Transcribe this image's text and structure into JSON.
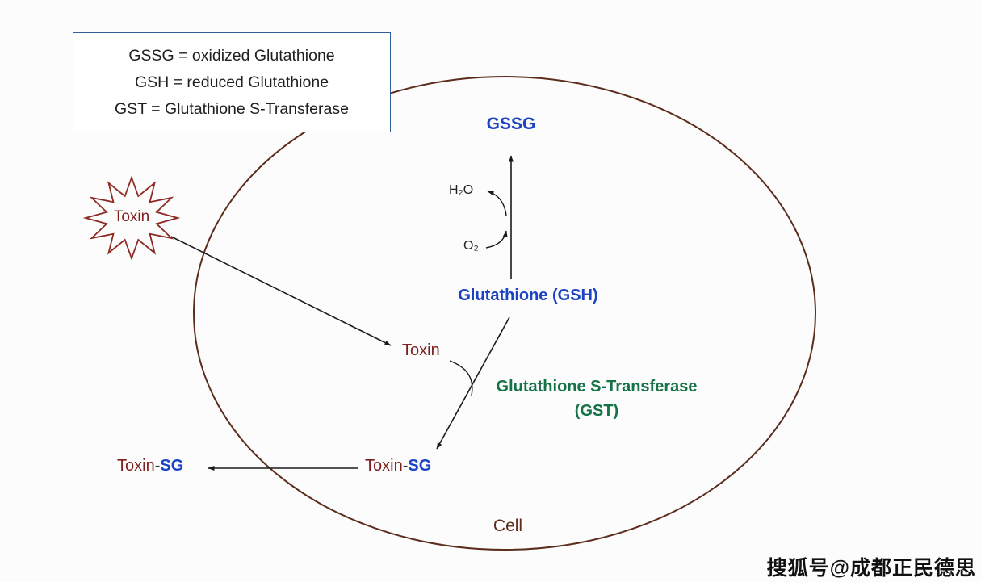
{
  "legend": {
    "lines": [
      "GSSG = oxidized Glutathione",
      "GSH = reduced Glutathione",
      "GST = Glutathione S-Transferase"
    ]
  },
  "diagram": {
    "gssg_label": "GSSG",
    "gsh_label": "Glutathione (GSH)",
    "gst_label_line1": "Glutathione S-Transferase",
    "gst_label_line2": "(GST)",
    "h2o_label": "H₂O",
    "o2_label": "O₂",
    "toxin_star_label": "Toxin",
    "toxin_mid_label": "Toxin",
    "toxin_sg_inside": {
      "toxin": "Toxin",
      "dash": "-",
      "sg": "SG"
    },
    "toxin_sg_outside": {
      "toxin": "Toxin",
      "dash": "-",
      "sg": "SG"
    },
    "cell_label": "Cell"
  },
  "watermark": "搜狐号@成都正民德思",
  "colors": {
    "blue": "#1b43c4",
    "green": "#157347",
    "maroon": "#7e1f1d",
    "cell_outline": "#5c2d1d",
    "legend_border": "#2d5f9b",
    "arrow": "#1a1a1a"
  }
}
